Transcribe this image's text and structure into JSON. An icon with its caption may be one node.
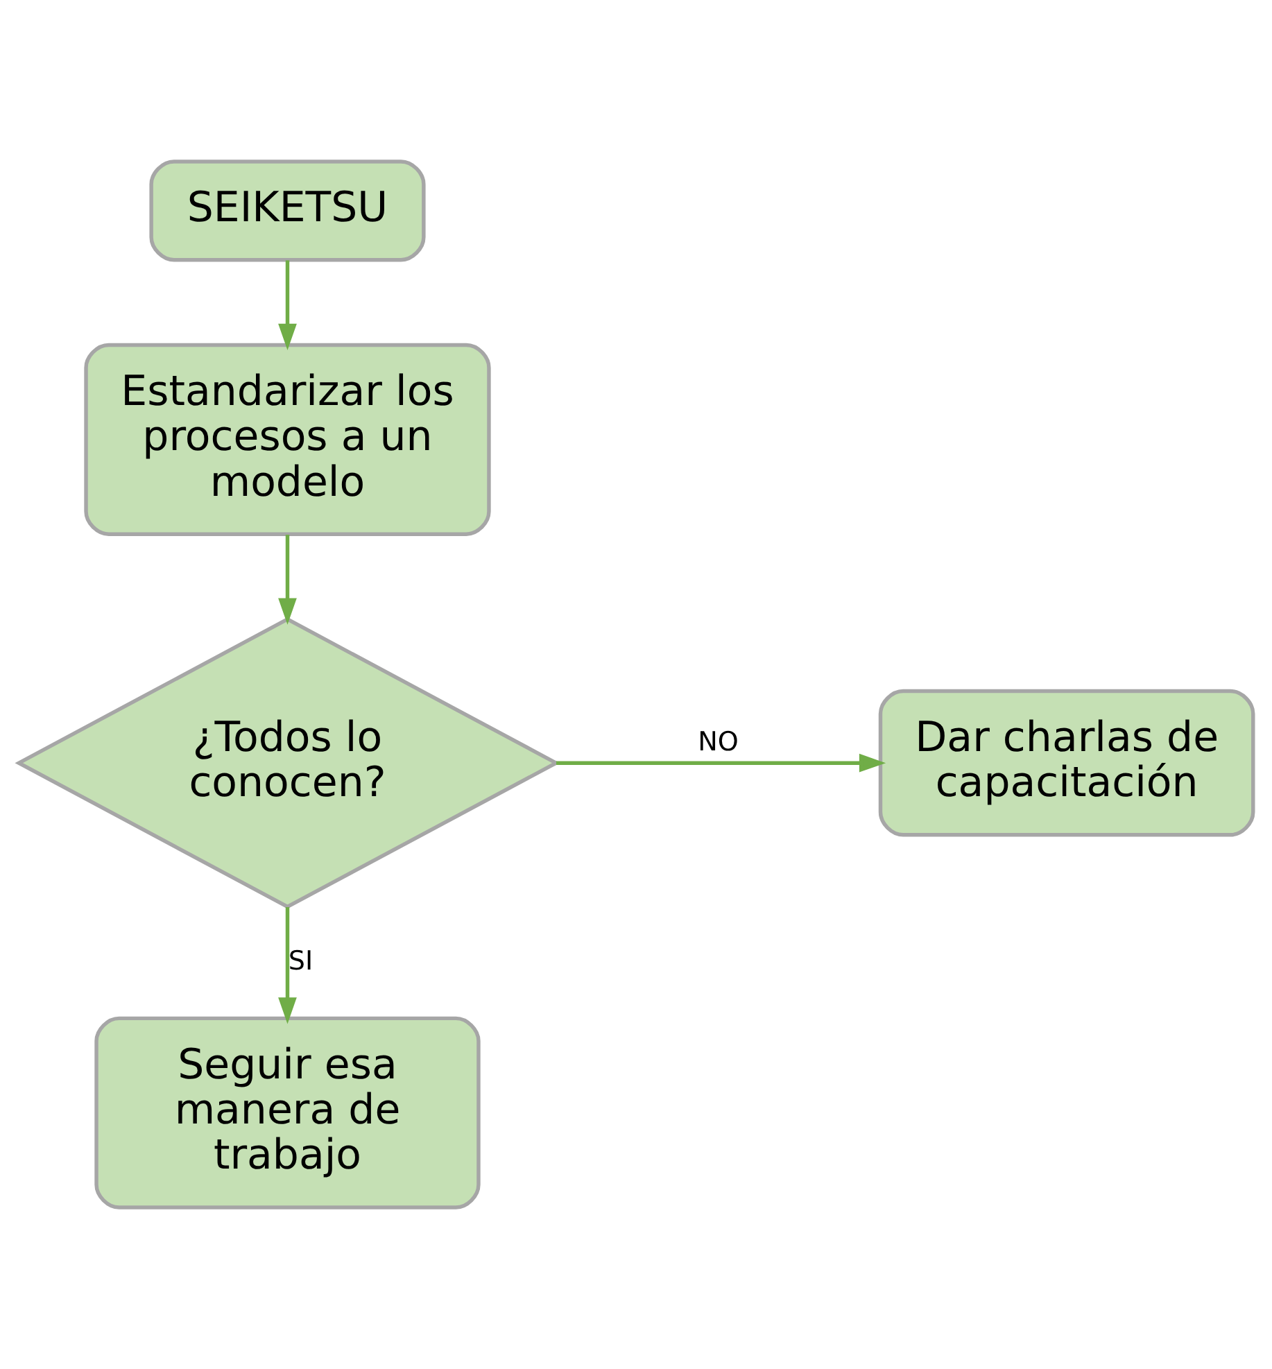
{
  "diagram": {
    "nodes": [
      {
        "text": [
          "SEIKETSU"
        ]
      },
      {
        "text": [
          "Estandarizar los procesos a un modelo"
        ]
      },
      {
        "text": [
          "¿Todos lo conocen?"
        ]
      },
      {
        "text": [
          "Dar charlas de capacitación"
        ]
      },
      {
        "text": [
          "Seguir esa manera de trabajo"
        ]
      }
    ],
    "edges": [
      {
        "from": 0,
        "to": 1,
        "arrow": "to"
      },
      {
        "from": 1,
        "to": 2,
        "arrow": "to"
      },
      {
        "from": 2,
        "to": 3,
        "arrow": "to",
        "label": "NO"
      },
      {
        "from": 2,
        "to": 4,
        "arrow": "to",
        "label": "SI"
      }
    ]
  }
}
